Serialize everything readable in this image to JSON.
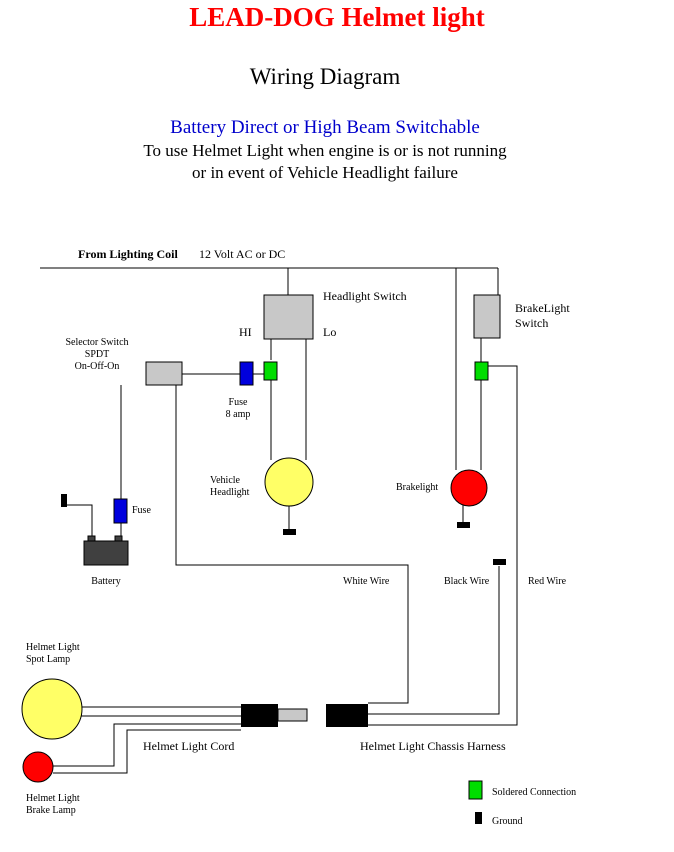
{
  "title": "LEAD-DOG  Helmet light",
  "subtitle": "Wiring Diagram",
  "heading": "Battery Direct or High Beam Switchable",
  "description_line1": "To use Helmet Light when engine is or is not running",
  "description_line2": "or in event of Vehicle Headlight failure",
  "labels": {
    "from_lighting_coil": "From Lighting Coil",
    "coil_voltage": "12 Volt AC or DC",
    "headlight_switch": "Headlight Switch",
    "hi": "HI",
    "lo": "Lo",
    "brakelight_switch_1": "BrakeLight",
    "brakelight_switch_2": "Switch",
    "selector_switch_1": "Selector Switch",
    "selector_switch_2": "SPDT",
    "selector_switch_3": "On-Off-On",
    "fuse_1": "Fuse",
    "fuse_2": "8 amp",
    "vehicle_headlight_1": "Vehicle",
    "vehicle_headlight_2": "Headlight",
    "brakelight": "Brakelight",
    "battery_fuse": "Fuse",
    "battery": "Battery",
    "white_wire": "White Wire",
    "black_wire": "Black Wire",
    "red_wire": "Red Wire",
    "spot_lamp_1": "Helmet Light",
    "spot_lamp_2": "Spot Lamp",
    "brake_lamp_1": "Helmet Light",
    "brake_lamp_2": "Brake Lamp",
    "helmet_light_cord": "Helmet Light Cord",
    "chassis_harness": "Helmet Light Chassis Harness"
  },
  "legend": {
    "soldered": "Soldered Connection",
    "ground": "Ground"
  },
  "colors": {
    "title": "#ff0000",
    "heading": "#0000cc",
    "switch_box": "#c8c8c8",
    "soldered": "#00dd00",
    "fuse": "#0000dd",
    "headlight": "#ffff66",
    "brakelight": "#ff0000",
    "dark": "#000000"
  }
}
